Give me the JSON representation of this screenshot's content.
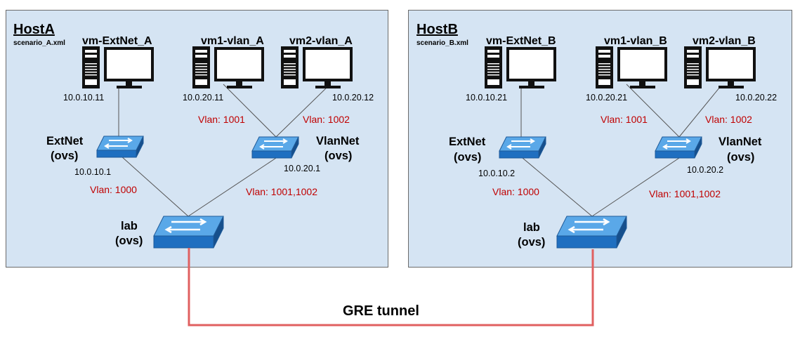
{
  "hostA": {
    "title": "HostA",
    "file": "scenario_A.xml",
    "vms": [
      "vm-ExtNet_A",
      "vm1-vlan_A",
      "vm2-vlan_A"
    ],
    "vm_ips": [
      "10.0.10.11",
      "10.0.20.11",
      "10.0.20.12"
    ],
    "extnet": {
      "name": "ExtNet",
      "type": "(ovs)",
      "ip": "10.0.10.1"
    },
    "vlannet": {
      "name": "VlanNet",
      "type": "(ovs)",
      "ip": "10.0.20.1"
    },
    "lab": {
      "name": "lab",
      "type": "(ovs)"
    },
    "vlans": {
      "vm1": "Vlan: 1001",
      "vm2": "Vlan: 1002",
      "ext_lab": "Vlan: 1000",
      "vlannet_lab": "Vlan: 1001,1002"
    }
  },
  "hostB": {
    "title": "HostB",
    "file": "scenario_B.xml",
    "vms": [
      "vm-ExtNet_B",
      "vm1-vlan_B",
      "vm2-vlan_B"
    ],
    "vm_ips": [
      "10.0.10.21",
      "10.0.20.21",
      "10.0.20.22"
    ],
    "extnet": {
      "name": "ExtNet",
      "type": "(ovs)",
      "ip": "10.0.10.2"
    },
    "vlannet": {
      "name": "VlanNet",
      "type": "(ovs)",
      "ip": "10.0.20.2"
    },
    "lab": {
      "name": "lab",
      "type": "(ovs)"
    },
    "vlans": {
      "vm1": "Vlan: 1001",
      "vm2": "Vlan: 1002",
      "ext_lab": "Vlan: 1000",
      "vlannet_lab": "Vlan: 1001,1002"
    }
  },
  "tunnel": {
    "label": "GRE tunnel"
  },
  "colors": {
    "host_bg": "#d5e4f3",
    "vlan_text": "#c00000",
    "tunnel": "#e06060",
    "switch": "#2e7fd0"
  }
}
